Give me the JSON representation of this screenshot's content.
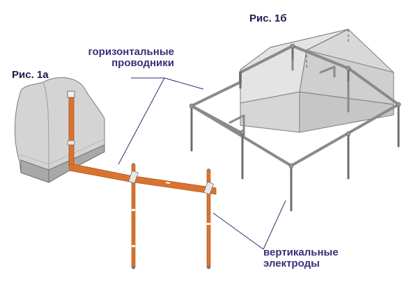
{
  "figure_1a_label": "Рис. 1а",
  "figure_1b_label": "Рис. 1б",
  "horizontal_label": [
    "горизонтальные",
    "проводники"
  ],
  "vertical_label": [
    "вертикальные",
    "электроды"
  ],
  "colors": {
    "copper": "#d9742f",
    "copper_dark": "#a9531c",
    "steel": "#6e6e6e",
    "building_fill": "#dcdcdc",
    "wall_fill": "#c9c9c9",
    "label_text": "#3b2e7a",
    "leader_line": "#2e2a6e"
  }
}
